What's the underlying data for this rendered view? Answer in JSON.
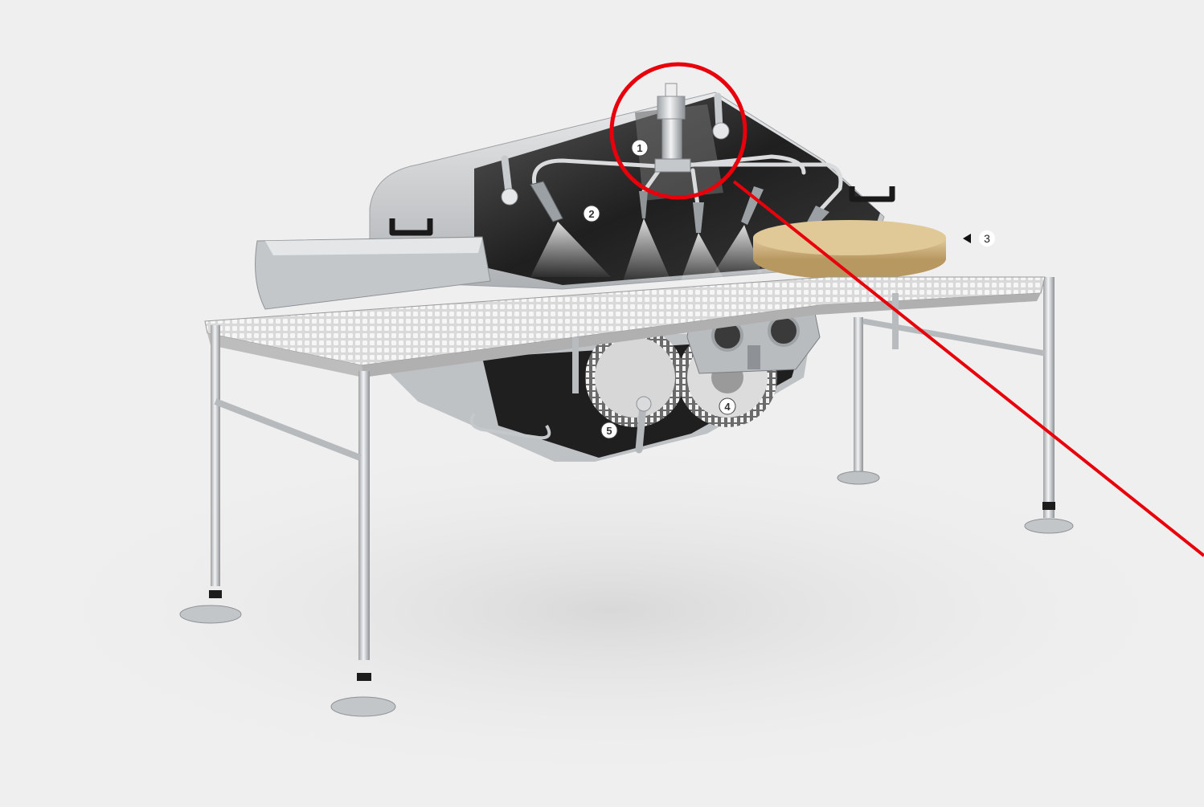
{
  "diagram": {
    "markers": [
      {
        "id": "1",
        "label": "1"
      },
      {
        "id": "2",
        "label": "2"
      },
      {
        "id": "3",
        "label": "3"
      },
      {
        "id": "4",
        "label": "4"
      },
      {
        "id": "5",
        "label": "5"
      }
    ],
    "colors": {
      "background": "#efefef",
      "annotation": "#e8000b",
      "cheese": "#d6bd8c",
      "steel": "#c9ccce",
      "hood_interior": "#2b2b2b",
      "belt": "#e6e6e6"
    }
  }
}
